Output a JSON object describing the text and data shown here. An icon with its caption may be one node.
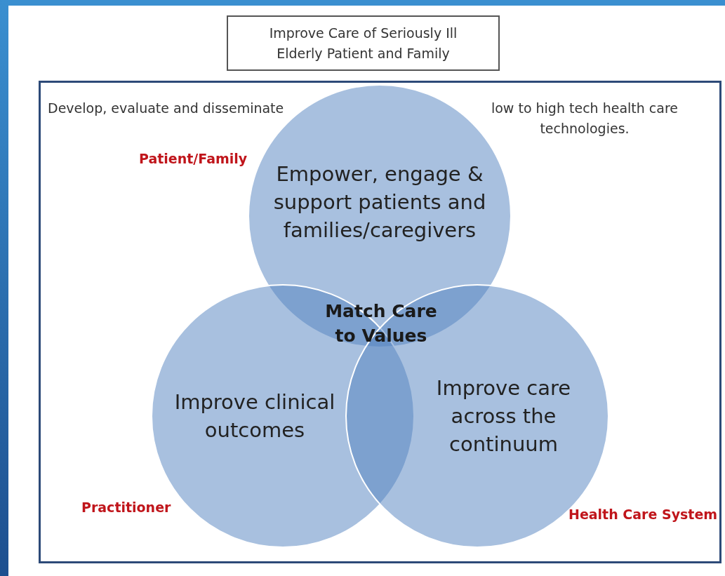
{
  "diagram": {
    "nodes": [
      {
        "text": [
          "Improve Care of Seriously Ill Elderly Patient and Family"
        ]
      },
      {
        "text": [
          "Develop, evaluate and disseminate",
          "low to high tech health care technologies."
        ]
      },
      {
        "text": [
          "Empower, engage & support patients and families/caregivers"
        ],
        "in": 1,
        "beside": [
          "Patient/Family"
        ]
      },
      {
        "text": [
          "Improve clinical outcomes"
        ],
        "in": 1,
        "beside": [
          "Practitioner"
        ]
      },
      {
        "text": [
          "Improve care across the continuum"
        ],
        "in": 1,
        "beside": [
          "Health Care System"
        ]
      }
    ],
    "labels": [
      "Match Care to Values"
    ]
  }
}
